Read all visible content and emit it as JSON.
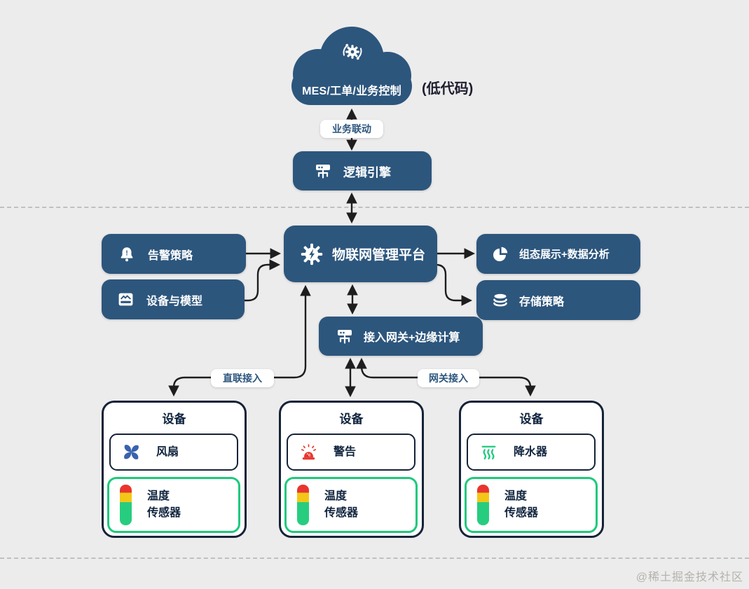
{
  "colors": {
    "primary": "#2d567d",
    "background": "#ececec",
    "green": "#1ec97d",
    "red": "#e8362e",
    "yellow": "#f2c718",
    "fan_blue": "#3a62ad",
    "arrow": "#1e1e1e",
    "card_border": "#152238"
  },
  "cloud": {
    "label": "MES/工单/业务控制",
    "note": "(低代码)",
    "icon": "automation-gear-icon"
  },
  "connectors": {
    "business_link": "业务联动",
    "direct_access": "直联接入",
    "gateway_access": "网关接入"
  },
  "nodes": {
    "logic_engine": {
      "label": "逻辑引擎",
      "icon": "hub-icon"
    },
    "platform": {
      "label": "物联网管理平台",
      "icon": "gear-icon"
    },
    "alert_policy": {
      "label": "告警策略",
      "icon": "alert-bell-icon"
    },
    "device_model": {
      "label": "设备与模型",
      "icon": "device-model-icon"
    },
    "dashboard": {
      "label": "组态展示+数据分析",
      "icon": "pie-chart-icon"
    },
    "storage": {
      "label": "存储策略",
      "icon": "database-icon"
    },
    "gateway": {
      "label": "接入网关+边缘计算",
      "icon": "hub-icon"
    }
  },
  "devices": [
    {
      "title": "设备",
      "actuator": {
        "icon": "fan-icon",
        "label": "风扇"
      },
      "sensor": {
        "icon": "temp-sensor-icon",
        "lines": [
          "温度",
          "传感器"
        ]
      }
    },
    {
      "title": "设备",
      "actuator": {
        "icon": "siren-icon",
        "label": "警告"
      },
      "sensor": {
        "icon": "temp-sensor-icon",
        "lines": [
          "温度",
          "传感器"
        ]
      }
    },
    {
      "title": "设备",
      "actuator": {
        "icon": "steam-icon",
        "label": "降水器"
      },
      "sensor": {
        "icon": "temp-sensor-icon",
        "lines": [
          "温度",
          "传感器"
        ]
      }
    }
  ],
  "icon_marks": {
    "bell": "!",
    "siren": "°c"
  },
  "watermark": "@稀土掘金技术社区"
}
